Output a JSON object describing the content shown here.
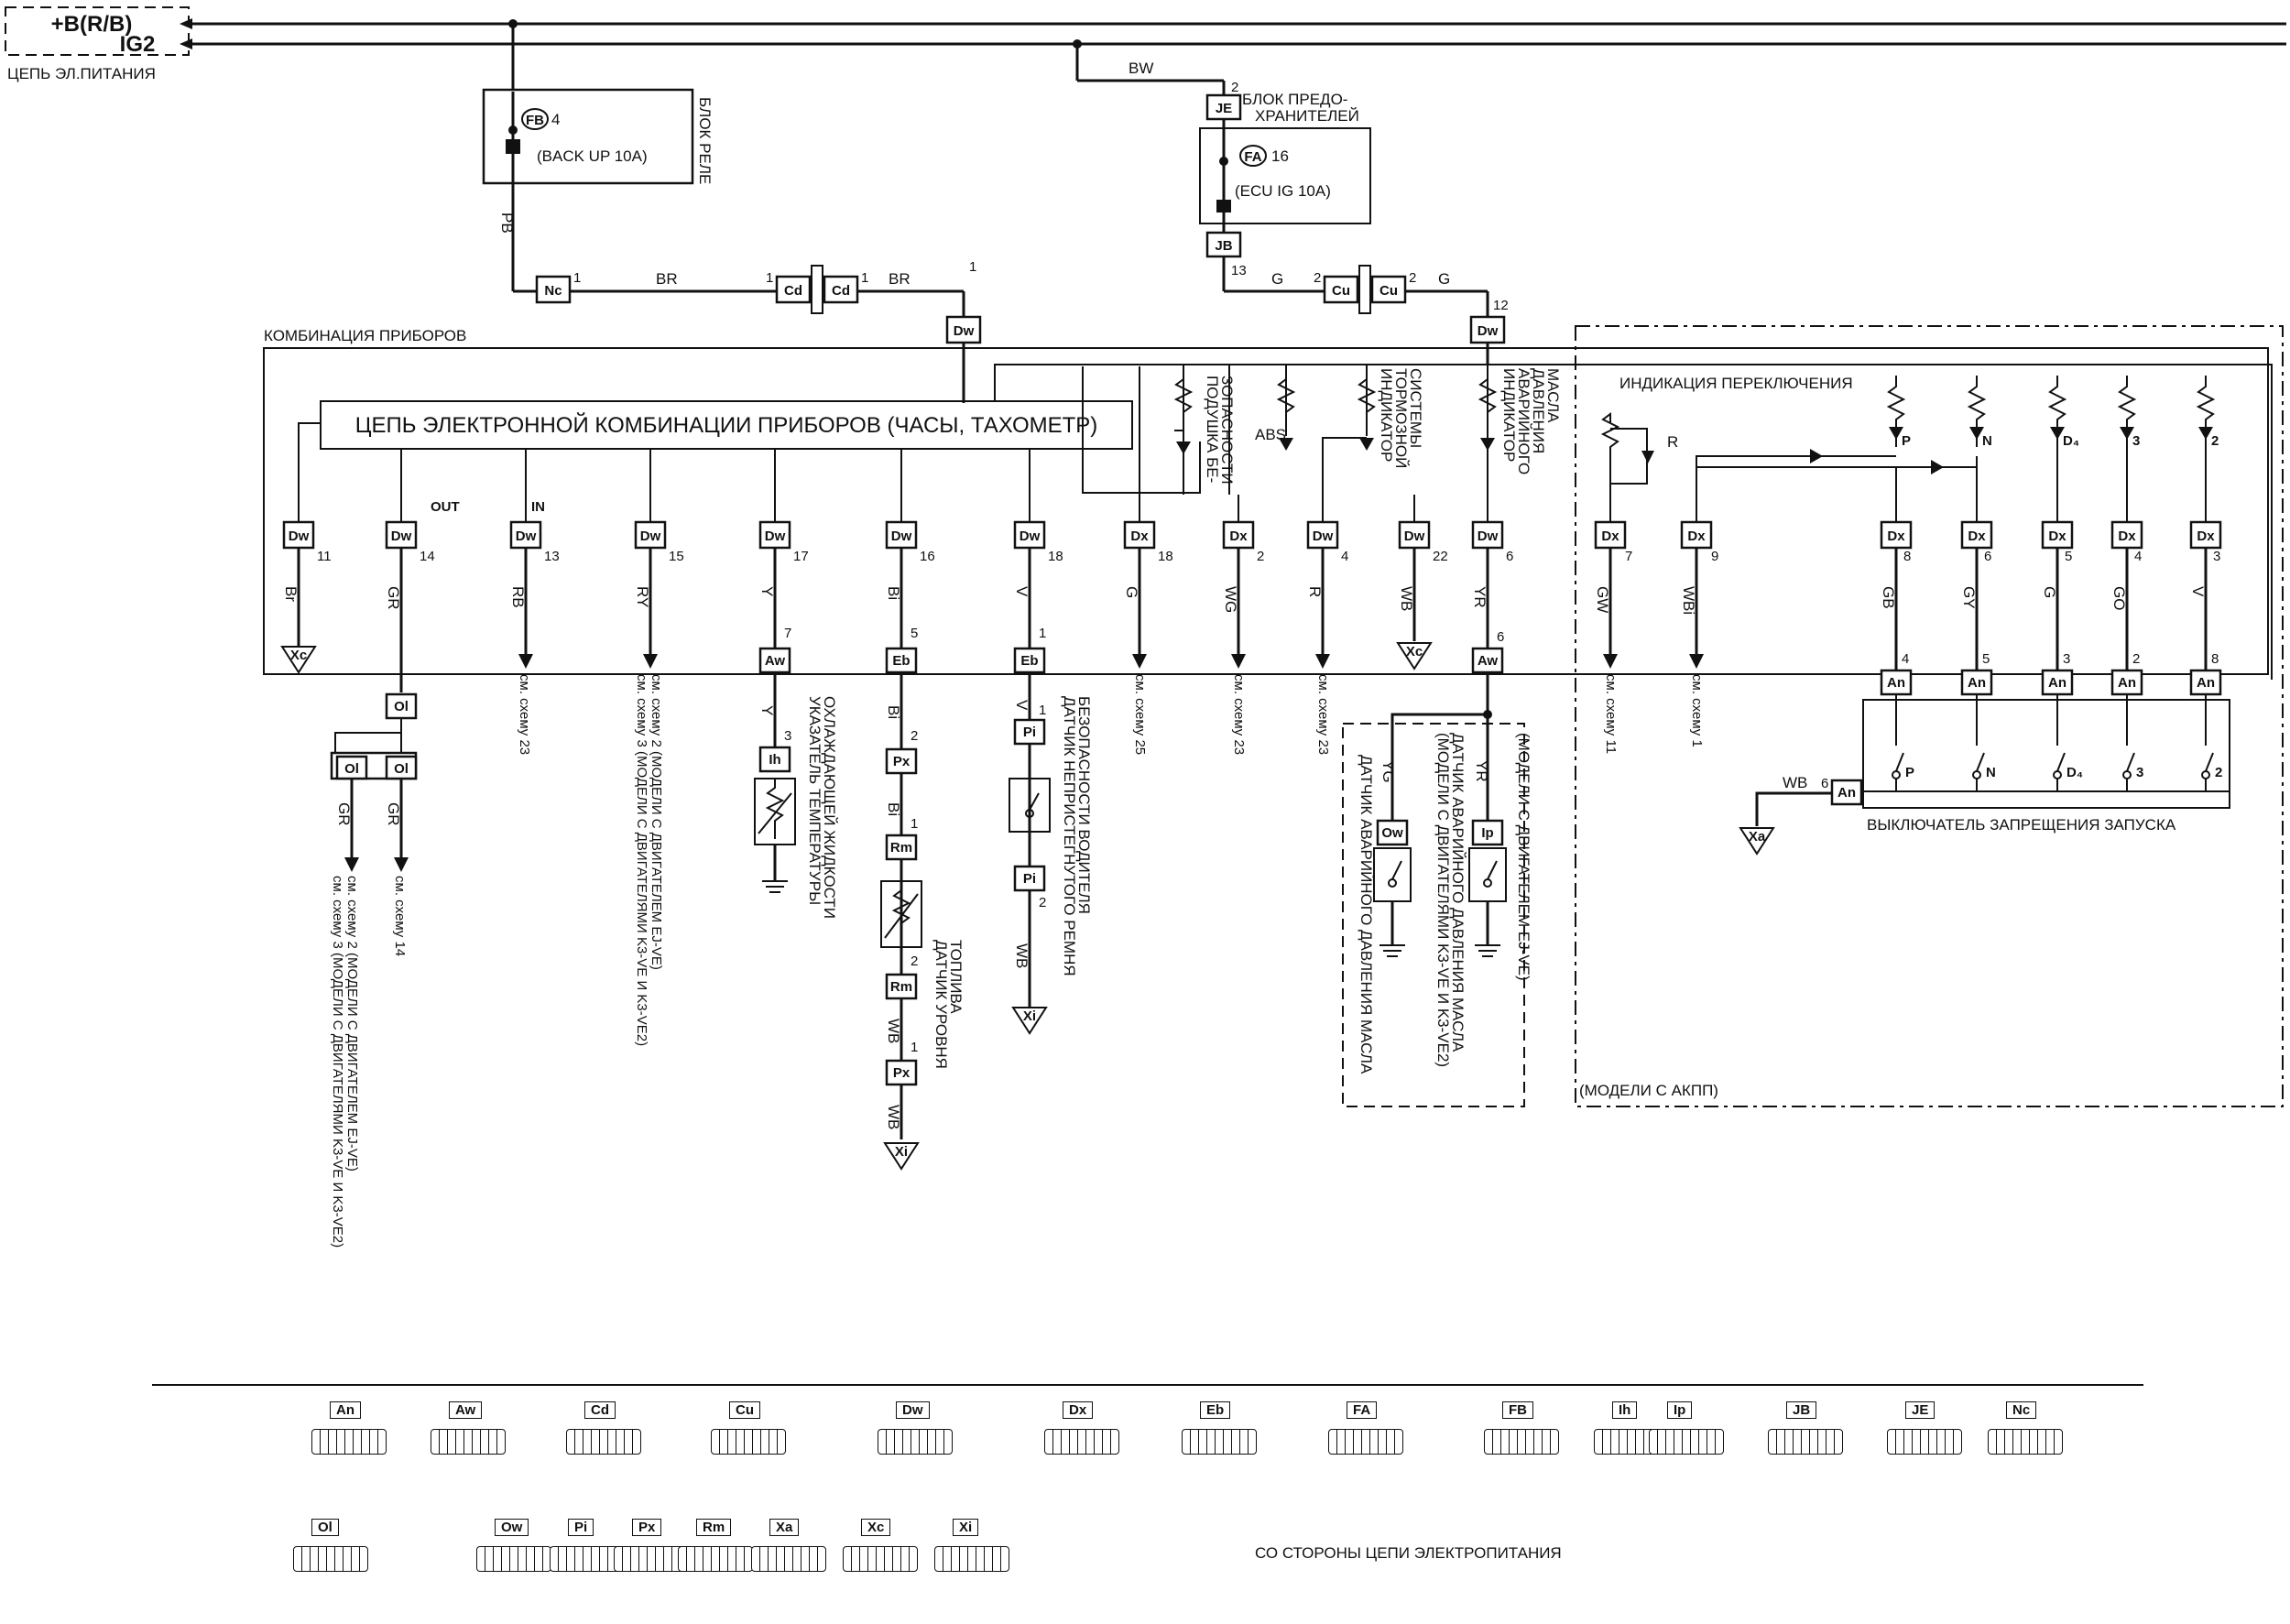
{
  "power": {
    "bplus": "+B(R/B)",
    "ig2": "IG2",
    "circuit_label": "ЦЕПЬ ЭЛ.ПИТАНИЯ"
  },
  "fuses": {
    "fb_code": "FB",
    "fb_num": "4",
    "fb_name": "(BACK UP 10A)",
    "relay_block": "БЛОК РЕЛЕ",
    "fa_code": "FA",
    "fa_num": "16",
    "fa_name": "(ECU IG 10A)",
    "fuse_block": "БЛОК ПРЕДО-\nХРАНИТЕЛЕЙ"
  },
  "cluster": {
    "title": "КОМБИНАЦИЯ ПРИБОРОВ",
    "ecu_circuit": "ЦЕПЬ ЭЛЕКТРОННОЙ КОМБИНАЦИИ ПРИБОРОВ (ЧАСЫ, ТАХОМЕТР)",
    "out": "OUT",
    "in": "IN",
    "shift_indication": "ИНДИКАЦИЯ ПЕРЕКЛЮЧЕНИЯ",
    "airbag": "ПОДУШКА БЕ-\nЗОПАСНОСТИ",
    "abs": "ABS",
    "brake": "ИНДИКАТОР\nТОРМОЗНОЙ\nСИСТЕМЫ",
    "oil": "ИНДИКАТОР\nАВАРИЙНОГО\nДАВЛЕНИЯ\nМАСЛА",
    "r": "R",
    "p": "P",
    "n": "N",
    "d4": "D₄",
    "g3": "3",
    "g2": "2"
  },
  "wires": {
    "bw": "BW",
    "pb": "PB",
    "br": "BR",
    "g": "G",
    "br_w": "Br",
    "gr": "GR",
    "rb": "RB",
    "ry": "RY",
    "y": "Y",
    "bi": "Bi",
    "v": "V",
    "wg": "WG",
    "r": "R",
    "wb": "WB",
    "yr": "YR",
    "gw": "GW",
    "wbi": "WBi",
    "gb": "GB",
    "gy": "GY",
    "go": "GO",
    "yg": "YG"
  },
  "refs": {
    "see23": "см. схему 23",
    "see25": "см. схему 25",
    "see11": "см. схему 11",
    "see1": "см. схему 1",
    "see14": "см. схему 14",
    "see2_3_a": "см. схему 2 (МОДЕЛИ С ДВИГАТЕЛЕМ EJ-VE)",
    "see2_3_b": "см. схему 3 (МОДЕЛИ С ДВИГАТЕЛЯМИ K3-VE И K3-VE2)"
  },
  "components": {
    "temp": "УКАЗАТЕЛЬ ТЕМПЕРАТУРЫ\nОХЛАЖДАЮЩЕЙ ЖИДКОСТИ",
    "fuel": "ДАТЧИК УРОВНЯ\nТОПЛИВА",
    "belt": "ДАТЧИК НЕПРИСТЕГНУТОГО РЕМНЯ\nБЕЗОПАСНОСТИ ВОДИТЕЛЯ",
    "oil_ej": "(МОДЕЛИ С ДВИГАТЕЛЕМ EJ-VE)",
    "oil_k3": "ДАТЧИК АВАРИЙНОГО ДАВЛЕНИЯ МАСЛА\n(МОДЕЛИ С ДВИГАТЕЛЯМИ K3-VE И K3-VE2)",
    "oil_sensor": "ДАТЧИК АВАРИЙНОГО ДАВЛЕНИЯ МАСЛА",
    "inhibit": "ВЫКЛЮЧАТЕЛЬ ЗАПРЕЩЕНИЯ ЗАПУСКА",
    "at_models": "(МОДЕЛИ С АКПП)"
  },
  "legend": {
    "row1": [
      "An",
      "Aw",
      "Cd",
      "Cu",
      "Dw",
      "Dx",
      "Eb",
      "FA",
      "FB",
      "Ih",
      "Ip",
      "JB",
      "JE",
      "Nc"
    ],
    "row2": [
      "Ol",
      "Ow",
      "Pi",
      "Px",
      "Rm",
      "Xa",
      "Xc",
      "Xi"
    ],
    "power_side": "СО СТОРОНЫ ЦЕПИ ЭЛЕКТРОПИТАНИЯ"
  }
}
